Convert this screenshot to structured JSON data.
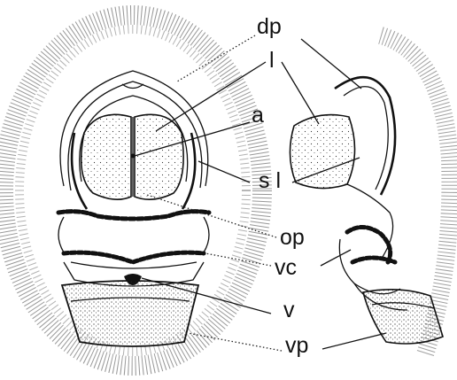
{
  "labels": {
    "dp": "dp",
    "l": "l",
    "a": "a",
    "sl": "s l",
    "op": "op",
    "vc": "vc",
    "v": "v",
    "vp": "vp"
  },
  "colors": {
    "ink": "#111111",
    "paper": "#ffffff"
  }
}
